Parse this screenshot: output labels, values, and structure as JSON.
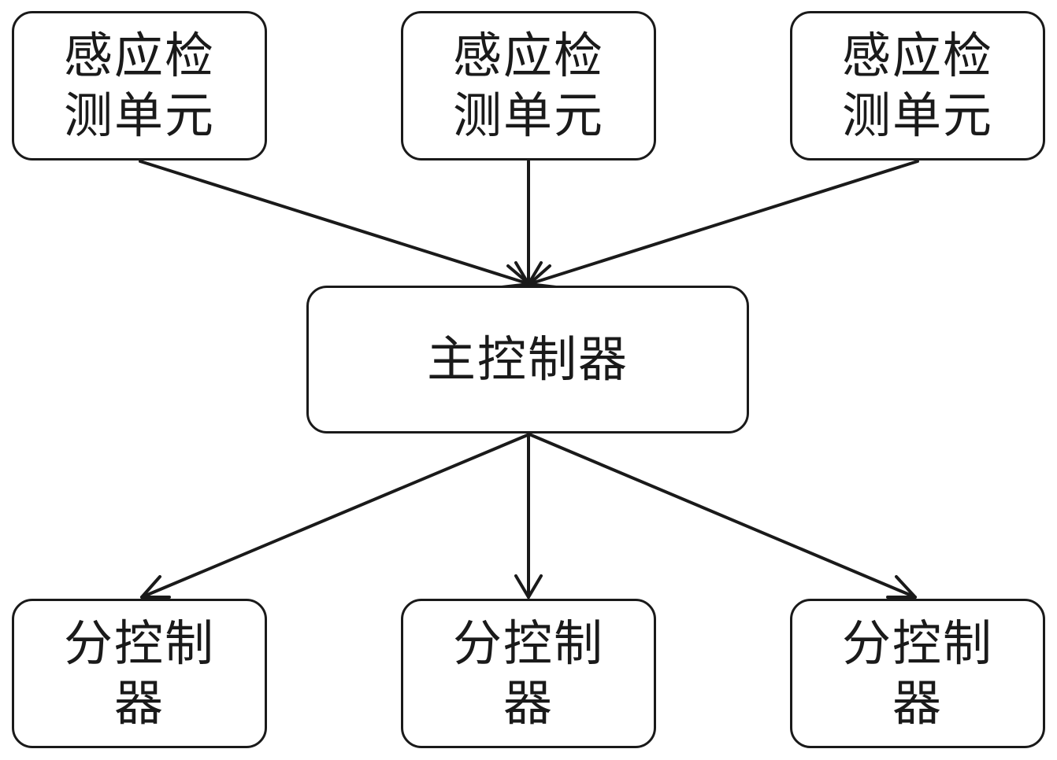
{
  "sensors": [
    {
      "label": "感应检测单元"
    },
    {
      "label": "感应检测单元"
    },
    {
      "label": "感应检测单元"
    }
  ],
  "main_controller": {
    "label": "主控制器"
  },
  "sub_controllers": [
    {
      "label": "分控制器"
    },
    {
      "label": "分控制器"
    },
    {
      "label": "分控制器"
    }
  ]
}
